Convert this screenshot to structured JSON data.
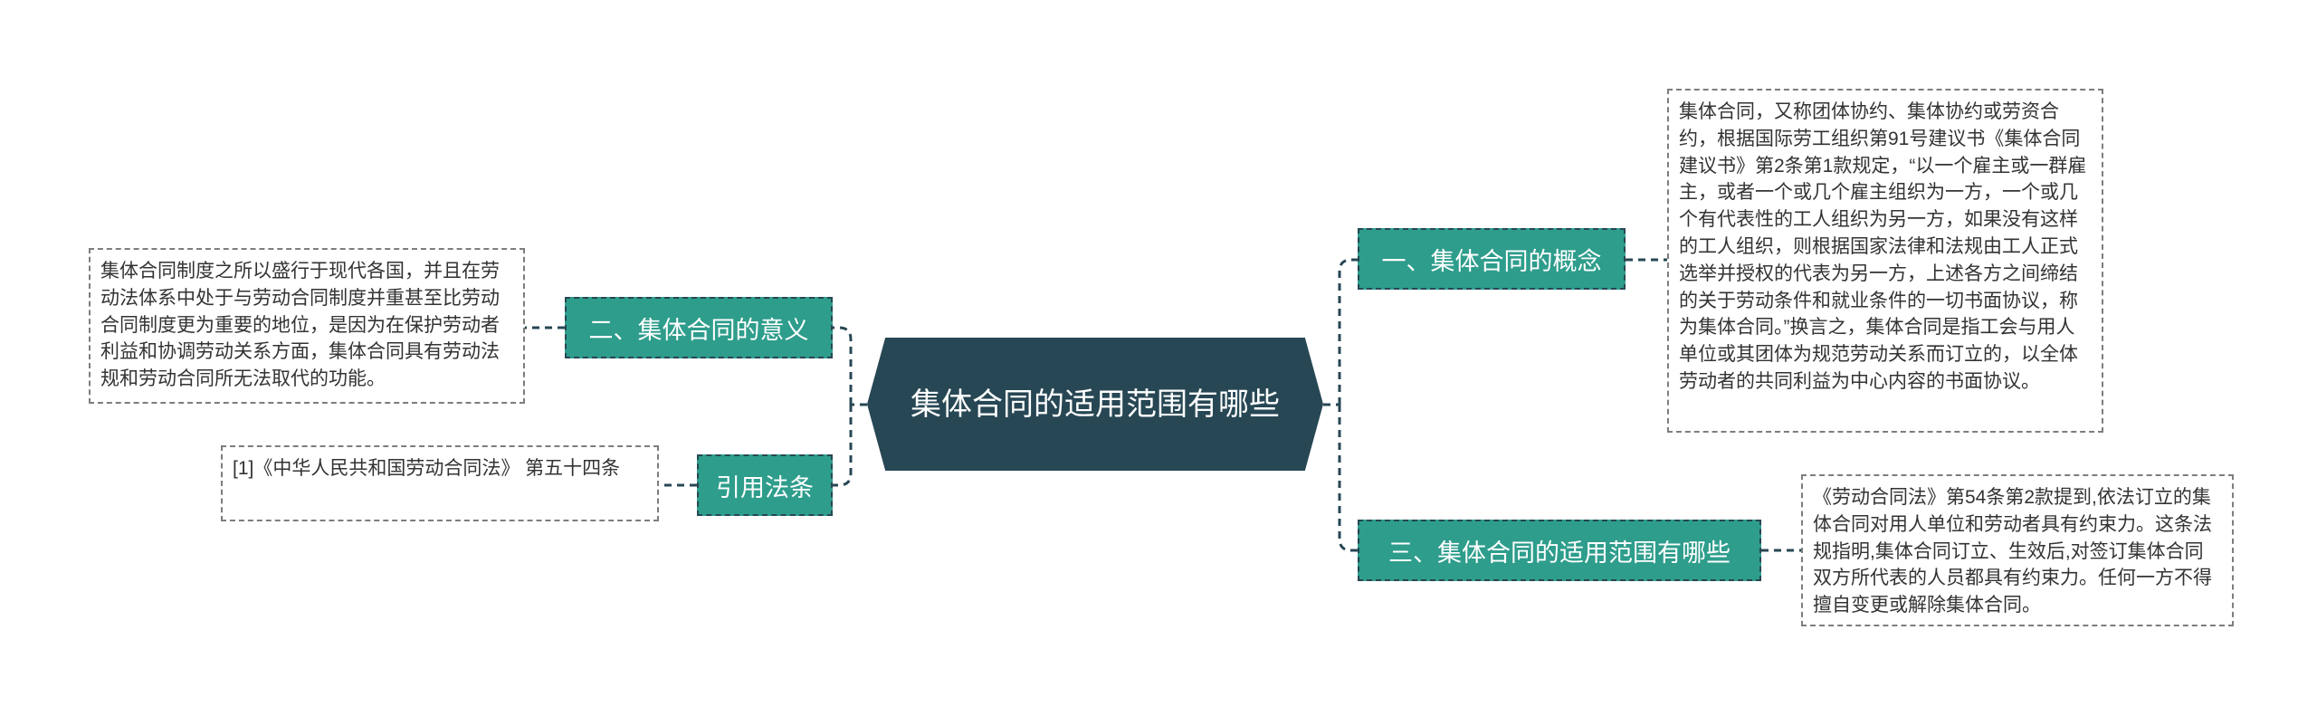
{
  "colors": {
    "central_bg": "#274754",
    "branch_bg": "#2e9d8c",
    "branch_text": "#ffffff",
    "connector": "#274754",
    "leaf_border": "#7d7d7d",
    "leaf_text": "#333333"
  },
  "central": {
    "title": "集体合同的适用范围有哪些"
  },
  "branches": {
    "concept": {
      "label": "一、集体合同的概念",
      "detail": "集体合同，又称团体协约、集体协约或劳资合约，根据国际劳工组织第91号建议书《集体合同建议书》第2条第1款规定，“以一个雇主或一群雇主，或者一个或几个雇主组织为一方，一个或几个有代表性的工人组织为另一方，如果没有这样的工人组织，则根据国家法律和法规由工人正式选举并授权的代表为另一方，上述各方之间缔结的关于劳动条件和就业条件的一切书面协议，称为集体合同。”换言之，集体合同是指工会与用人单位或其团体为规范劳动关系而订立的，以全体劳动者的共同利益为中心内容的书面协议。"
    },
    "scope": {
      "label": "三、集体合同的适用范围有哪些",
      "detail": "《劳动合同法》第54条第2款提到,依法订立的集体合同对用人单位和劳动者具有约束力。这条法规指明,集体合同订立、生效后,对签订集体合同双方所代表的人员都具有约束力。任何一方不得擅自变更或解除集体合同。"
    },
    "meaning": {
      "label": "二、集体合同的意义",
      "detail": "集体合同制度之所以盛行于现代各国，并且在劳动法体系中处于与劳动合同制度并重甚至比劳动合同制度更为重要的地位，是因为在保护劳动者利益和协调劳动关系方面，集体合同具有劳动法规和劳动合同所无法取代的功能。"
    },
    "citation": {
      "label": "引用法条",
      "detail": "[1]《中华人民共和国劳动合同法》 第五十四条"
    }
  }
}
